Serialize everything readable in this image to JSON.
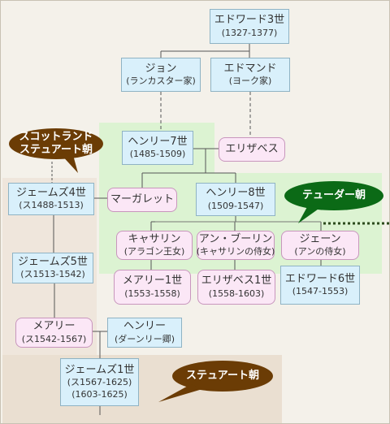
{
  "persons": {
    "edward3": {
      "name": "エドワード3世",
      "sub": "(1327-1377)"
    },
    "john": {
      "name": "ジョン",
      "sub": "(ランカスター家)"
    },
    "edmund": {
      "name": "エドマンド",
      "sub": "(ヨーク家)"
    },
    "henry7": {
      "name": "ヘンリー7世",
      "sub": "(1485-1509)"
    },
    "elizabeth": {
      "name": "エリザベス"
    },
    "james4": {
      "name": "ジェームズ4世",
      "sub": "(ス1488-1513)"
    },
    "margaret": {
      "name": "マーガレット"
    },
    "henry8": {
      "name": "ヘンリー8世",
      "sub": "(1509-1547)"
    },
    "catherine": {
      "name": "キャサリン",
      "sub": "(アラゴン王女)"
    },
    "anne": {
      "name": "アン・ブーリン",
      "sub": "(キャサリンの侍女)"
    },
    "jane": {
      "name": "ジェーン",
      "sub": "(アンの侍女)"
    },
    "james5": {
      "name": "ジェームズ5世",
      "sub": "(ス1513-1542)"
    },
    "mary1": {
      "name": "メアリー1世",
      "sub": "(1553-1558)"
    },
    "elizabeth1": {
      "name": "エリザベス1世",
      "sub": "(1558-1603)"
    },
    "edward6": {
      "name": "エドワード6世",
      "sub": "(1547-1553)"
    },
    "maryq": {
      "name": "メアリー",
      "sub": "(ス1542-1567)"
    },
    "darnley": {
      "name": "ヘンリー",
      "sub": "(ダーンリー卿)"
    },
    "james1": {
      "name": "ジェームズ1世",
      "sub": "(ス1567-1625)",
      "sub2": "(1603-1625)"
    }
  },
  "labels": {
    "scot_line1": "スコットランド",
    "scot_line2": "ステュアート朝",
    "tudor": "テューダー朝",
    "stuart": "ステュアート朝"
  },
  "colors": {
    "tudor_region": "#dcf3d2",
    "stuart_region": "#eadfd1",
    "male_fill": "#d9f0fb",
    "female_fill": "#fbe7f6",
    "bubble_scotland": "#6b3c05",
    "bubble_tudor": "#0b6a16",
    "bubble_stuart": "#6b3c05"
  }
}
